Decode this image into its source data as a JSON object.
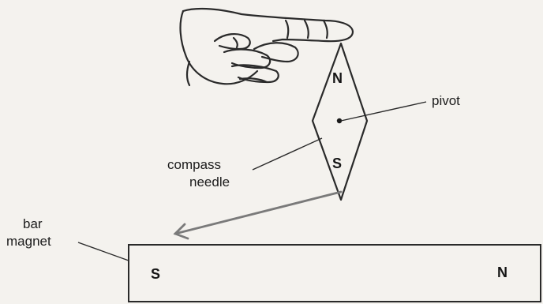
{
  "diagram": {
    "labels": {
      "pivot": "pivot",
      "compass_line1": "compass",
      "compass_line2": "needle",
      "bar_line1": "bar",
      "bar_line2": "magnet"
    },
    "needle_poles": {
      "top": "N",
      "bottom": "S"
    },
    "magnet_poles": {
      "left": "S",
      "right": "N"
    },
    "colors": {
      "line": "#2a2a2a",
      "arrow": "#7a7a7a",
      "background": "#f4f2ee"
    },
    "icons": [
      "hand-icon",
      "arrow-icon"
    ]
  }
}
